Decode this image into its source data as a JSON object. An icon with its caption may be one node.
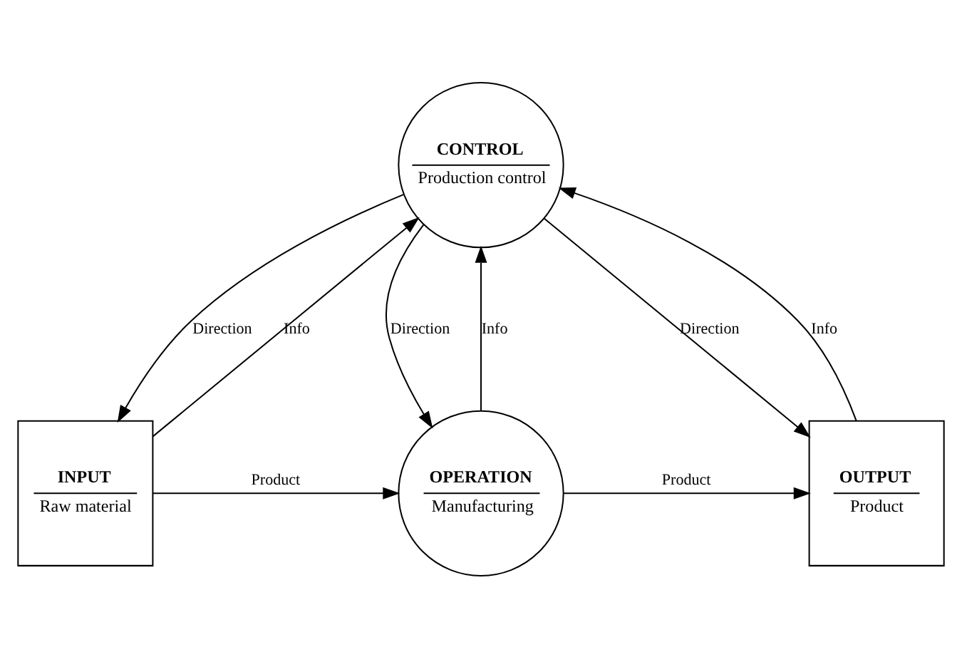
{
  "diagram": {
    "nodes": [
      {
        "text": [
          "CONTROL",
          "Production control"
        ]
      },
      {
        "text": [
          "INPUT",
          "Raw material"
        ]
      },
      {
        "text": [
          "OPERATION",
          "Manufacturing"
        ]
      },
      {
        "text": [
          "OUTPUT",
          "Product"
        ]
      }
    ],
    "edges": [
      {
        "from": 1,
        "to": 0,
        "arrow": "to",
        "label": "Info"
      },
      {
        "from": 0,
        "to": 1,
        "arrow": "to",
        "label": "Direction"
      },
      {
        "from": 2,
        "to": 0,
        "arrow": "to",
        "label": "Info"
      },
      {
        "from": 0,
        "to": 2,
        "arrow": "to",
        "label": "Direction"
      },
      {
        "from": 3,
        "to": 0,
        "arrow": "to",
        "label": "Info"
      },
      {
        "from": 0,
        "to": 3,
        "arrow": "to",
        "label": "Direction"
      },
      {
        "from": 1,
        "to": 2,
        "arrow": "to",
        "label": "Product"
      },
      {
        "from": 2,
        "to": 3,
        "arrow": "to",
        "label": "Product"
      }
    ]
  }
}
